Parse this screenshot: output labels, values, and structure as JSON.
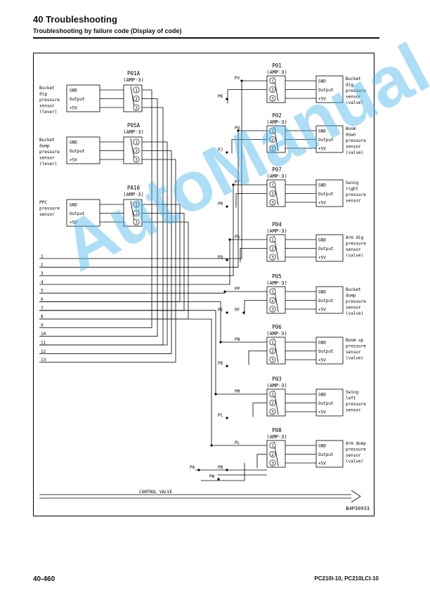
{
  "header": {
    "title": "40 Troubleshooting",
    "subtitle": "Troubleshooting by failure code (Display of code)"
  },
  "footer": {
    "page_number": "40-460",
    "model": "PC210I-10, PC210LCI-10"
  },
  "watermark": "AutoManual",
  "diagram": {
    "code": "B4P30933",
    "control_valve_label": "CONTROL VALVE",
    "pin_labels": [
      "GND",
      "Output",
      "+5V"
    ],
    "left_connectors": [
      {
        "name": "P01A",
        "type": "(AMP-3)",
        "sensor": [
          "Bucket",
          "dig",
          "pressure",
          "sensor",
          "(lever)"
        ]
      },
      {
        "name": "P05A",
        "type": "(AMP-3)",
        "sensor": [
          "Bucket",
          "dump",
          "pressure",
          "sensor",
          "(lever)"
        ]
      },
      {
        "name": "PA10",
        "type": "(AMP-3)",
        "sensor": [
          "PPC",
          "pressure",
          "sensor"
        ]
      }
    ],
    "right_connectors": [
      {
        "name": "P01",
        "type": "(AMP-3)",
        "port": "PV",
        "sensor": [
          "Bucket",
          "dig",
          "pressure",
          "sensor",
          "(valve)"
        ]
      },
      {
        "name": "P02",
        "type": "(AMP-3)",
        "port": "PU",
        "sensor": [
          "Boom",
          "down",
          "pressure",
          "sensor",
          "(valve)"
        ]
      },
      {
        "name": "P07",
        "type": "(AMP-3)",
        "port": "PT",
        "sensor": [
          "Swing",
          "right",
          "pressure",
          "sensor"
        ]
      },
      {
        "name": "P04",
        "type": "(AMP-3)",
        "port": "PS",
        "sensor": [
          "Arm dig",
          "pressure",
          "sensor",
          "(valve)"
        ]
      },
      {
        "name": "P05",
        "type": "(AMP-3)",
        "port": "PP",
        "sensor": [
          "Bucket",
          "dump",
          "pressure",
          "sensor",
          "(valve)"
        ]
      },
      {
        "name": "P06",
        "type": "(AMP-3)",
        "port": "PN",
        "sensor": [
          "Boom up",
          "pressure",
          "sensor",
          "(valve)"
        ]
      },
      {
        "name": "P03",
        "type": "(AMP-3)",
        "port": "PM",
        "sensor": [
          "Swing",
          "left",
          "pressure",
          "sensor"
        ]
      },
      {
        "name": "P08",
        "type": "(AMP-3)",
        "port": "PL",
        "sensor": [
          "Arm dump",
          "pressure",
          "sensor",
          "(valve)"
        ]
      }
    ],
    "bus_labels": [
      "1",
      "2",
      "3",
      "4",
      "5",
      "6",
      "7",
      "8",
      "9",
      "10",
      "11",
      "12",
      "13"
    ],
    "wire_labels": [
      "PK",
      "PJ",
      "PR",
      "PQ",
      "PE",
      "PF",
      "PD",
      "PC",
      "PA",
      "PB",
      "PW"
    ]
  }
}
